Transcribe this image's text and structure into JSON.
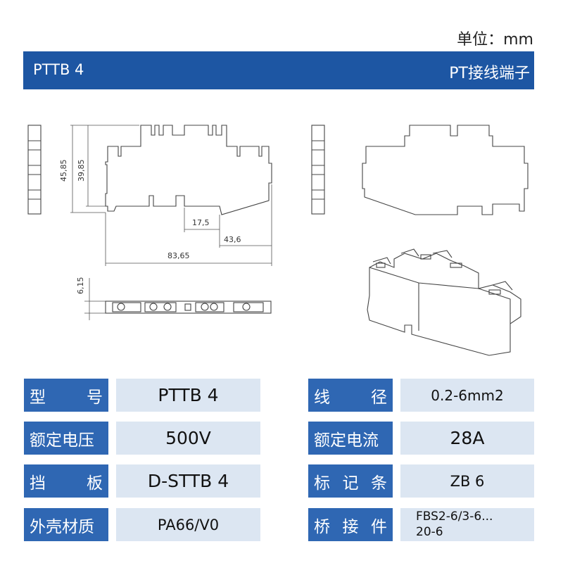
{
  "unit_label": "单位：mm",
  "header": {
    "model": "PTTB 4",
    "description": "PT接线端子"
  },
  "dimensions": {
    "overall_height": "45,85",
    "inner_height": "39,85",
    "dim_a": "17,5",
    "dim_b": "43,6",
    "overall_length": "83,65",
    "width": "6,15"
  },
  "specs": {
    "left": [
      {
        "label": "型号",
        "value": "PTTB 4"
      },
      {
        "label": "额定电压",
        "value": "500V"
      },
      {
        "label": "挡板",
        "value": "D-STTB 4"
      },
      {
        "label": "外壳材质",
        "value": "PA66/V0"
      }
    ],
    "right": [
      {
        "label": "线径",
        "value": "0.2-6mm2"
      },
      {
        "label": "额定电流",
        "value": "28A"
      },
      {
        "label": "标记条",
        "value": "ZB 6"
      },
      {
        "label": "桥接件",
        "value_line1": "FBS2-6/3-6...",
        "value_line2": "20-6"
      }
    ]
  },
  "colors": {
    "banner": "#1d56a3",
    "label_bg": "#2f67b3",
    "value_bg": "#dce6f2"
  }
}
